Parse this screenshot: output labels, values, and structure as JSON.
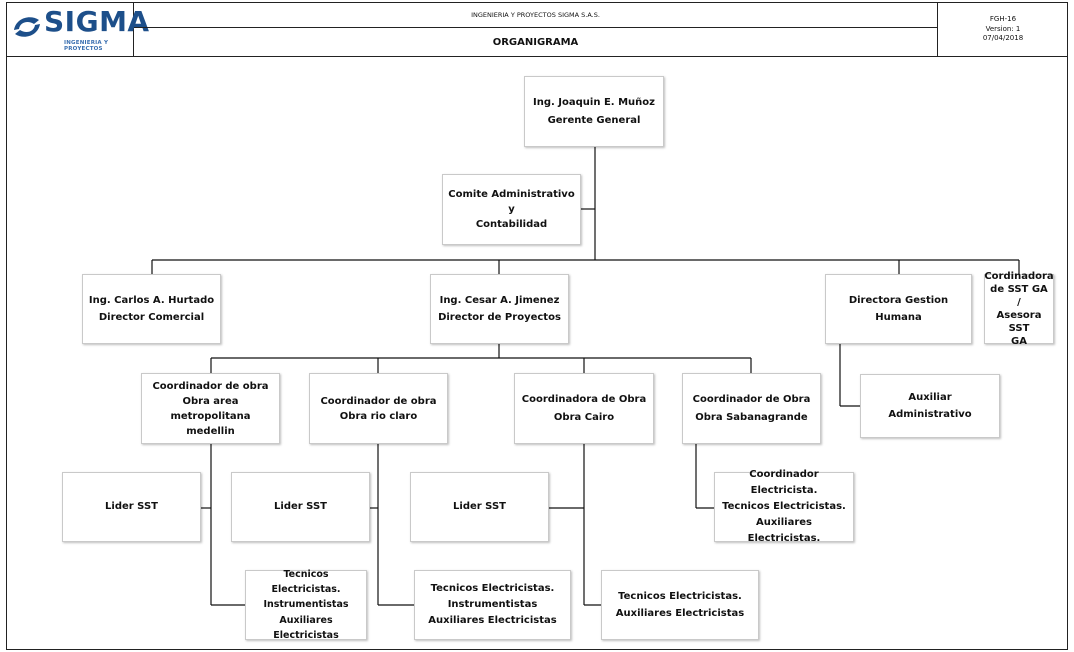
{
  "header": {
    "logo_name": "SIGMA",
    "logo_tagline": "INGENIERIA Y PROYECTOS",
    "company": "INGENIERIA Y PROYECTOS SIGMA S.A.S.",
    "title": "ORGANIGRAMA",
    "code": "FGH-16",
    "version": "Version: 1",
    "date": "07/04/2018"
  },
  "org": {
    "ceo": {
      "name": "Ing. Joaquin E. Muñoz",
      "role": "Gerente General"
    },
    "committee": {
      "line1": "Comite Administrativo y",
      "line2": "Contabilidad"
    },
    "commercial": {
      "name": "Ing. Carlos A.  Hurtado",
      "role": "Director Comercial"
    },
    "projects": {
      "name": "Ing. Cesar A. Jimenez",
      "role": "Director de Proyectos"
    },
    "hr": {
      "role": "Directora Gestion Humana"
    },
    "sst": {
      "line1": "Cordinadora",
      "line2": "de SST GA /",
      "line3": "Asesora SST",
      "line4": "GA"
    },
    "aux_admin": {
      "role": "Auxiliar Administrativo"
    },
    "coord1": {
      "line1": "Coordinador de obra",
      "line2": "Obra area metropolitana",
      "line3": "medellin"
    },
    "coord2": {
      "line1": "Coordinador de obra",
      "line2": "Obra rio claro"
    },
    "coord3": {
      "line1": "Coordinadora de Obra",
      "line2": "Obra Cairo"
    },
    "coord4": {
      "line1": "Coordinador  de Obra",
      "line2": "Obra Sabanagrande"
    },
    "sst1": {
      "label": "Lider SST"
    },
    "sst2": {
      "label": "Lider SST"
    },
    "sst3": {
      "label": "Lider SST"
    },
    "tech1": {
      "line1": "Tecnicos Electricistas.",
      "line2": "Instrumentistas",
      "line3": "Auxiliares Electricistas"
    },
    "tech2": {
      "line1": "Tecnicos Electricistas.",
      "line2": "Instrumentistas",
      "line3": "Auxiliares Electricistas"
    },
    "tech3": {
      "line1": "Tecnicos Electricistas.",
      "line2": "Auxiliares Electricistas"
    },
    "tech4": {
      "line1": "Coordinador Electricista.",
      "line2": "Tecnicos Electricistas.",
      "line3": "Auxiliares Electricistas."
    }
  },
  "colors": {
    "logo_blue": "#1d4f8a",
    "line": "#111111",
    "box_border": "#c9c9c9"
  }
}
